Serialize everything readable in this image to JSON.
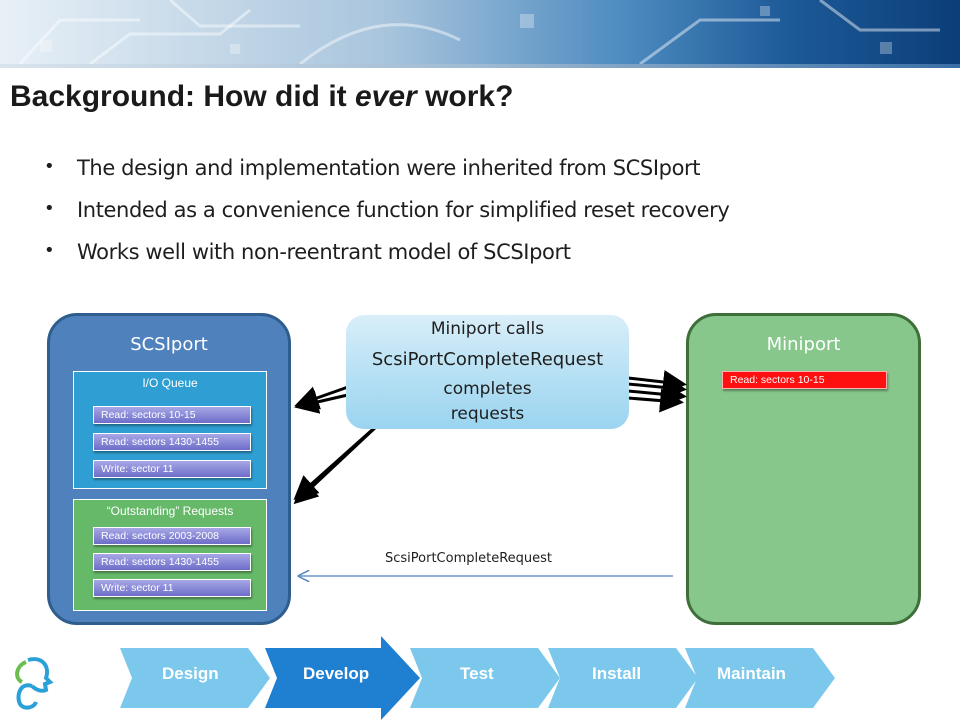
{
  "slide": {
    "title_prefix": "Background: How did it ",
    "title_emphasis": "ever",
    "title_suffix": " work?",
    "bullets": [
      "The design and implementation were inherited from SCSIport",
      "Intended as a convenience function for simplified reset recovery",
      "Works well with non-reentrant model of SCSIport"
    ]
  },
  "scsiport": {
    "title": "SCSIport",
    "io_queue": {
      "title": "I/O Queue",
      "items": [
        "Read: sectors 10-15",
        "Read: sectors 1430-1455",
        "Write: sector 11"
      ]
    },
    "outstanding": {
      "title": "“Outstanding” Requests",
      "items": [
        "Read: sectors 2003-2008",
        "Read: sectors 1430-1455",
        "Write: sector 11"
      ]
    }
  },
  "miniport": {
    "title": "Miniport",
    "request": "Read: sectors 10-15"
  },
  "callout": {
    "line1": "Miniport calls",
    "line2": "ScsiPortCompleteRequest",
    "line3": "completes",
    "line4": "requests"
  },
  "complete_arrow_label": "ScsiPortCompleteRequest",
  "process": {
    "steps": [
      "Design",
      "Develop",
      "Test",
      "Install",
      "Maintain"
    ],
    "active_step": "Develop",
    "colors": {
      "active": "#1f7fd0",
      "inactive": "#7cc8ec"
    }
  },
  "colors": {
    "scsiport_panel": "#4f81bd",
    "miniport_panel": "#87c78c",
    "io_queue_box": "#2f9fd3",
    "outstanding_box": "#67b96a",
    "request_item": "#8a8ad8",
    "miniport_request": "#ff1010"
  }
}
